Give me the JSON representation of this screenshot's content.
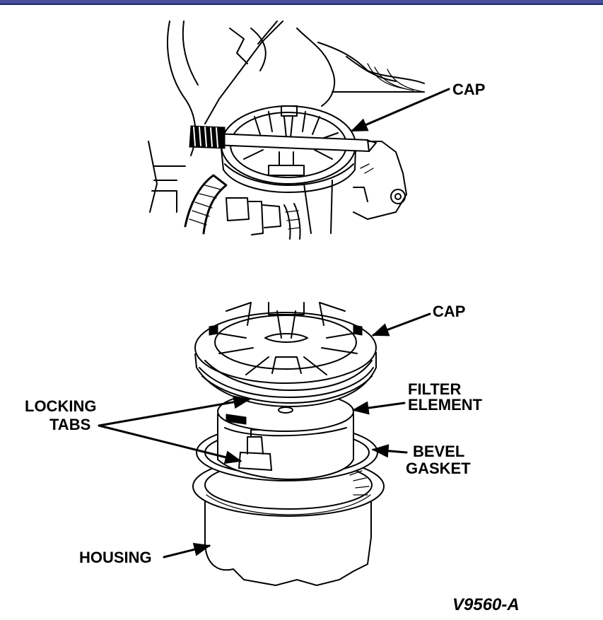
{
  "colors": {
    "header_bar": "#4a4f9c",
    "ink": "#000000",
    "background": "#ffffff"
  },
  "top_view": {
    "cap_label": "CAP"
  },
  "exploded_view": {
    "cap_label": "CAP",
    "filter_element_label_line1": "FILTER",
    "filter_element_label_line2": "ELEMENT",
    "locking_tabs_label_line1": "LOCKING",
    "locking_tabs_label_line2": "TABS",
    "bevel_gasket_label_line1": "BEVEL",
    "bevel_gasket_label_line2": "GASKET",
    "housing_label": "HOUSING"
  },
  "figure_code": "V9560-A"
}
